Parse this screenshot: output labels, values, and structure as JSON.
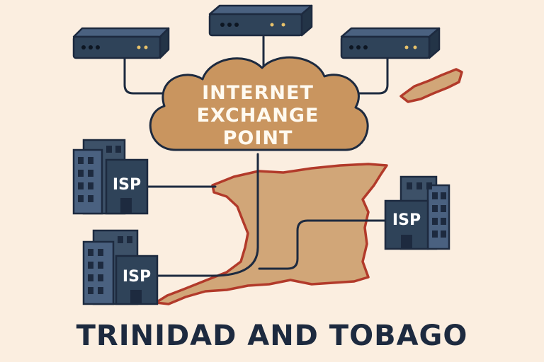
{
  "diagram": {
    "hub_label": [
      "INTERNET",
      "EXCHANGE",
      "POINT"
    ],
    "isp_label": "ISP",
    "caption": "TRINIDAD AND TOBAGO",
    "colors": {
      "background": "#fbeee0",
      "cloud_fill": "#c9955f",
      "island_fill": "#d1a678",
      "island_outline": "#b23a2a",
      "device_fill": "#2f4359",
      "building_fill": "#3d5168",
      "outline": "#1d2a3f"
    }
  }
}
